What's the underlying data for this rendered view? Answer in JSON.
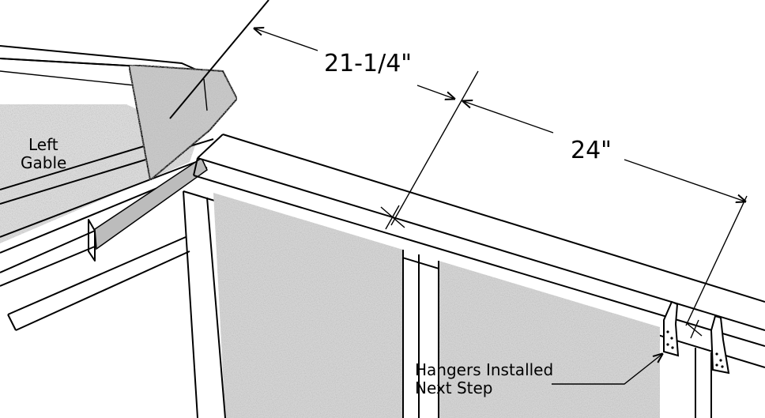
{
  "labels": {
    "dim_top": "21-1/4\"",
    "dim_main": "24\"",
    "gable_line1": "Left",
    "gable_line2": "Gable",
    "hangers_line1": "Hangers Installed",
    "hangers_line2": "Next Step"
  },
  "colors": {
    "ink": "#000000",
    "paper": "#ffffff",
    "panel_texture": "#cfcfcf",
    "gusset_texture": "#bdbdbd",
    "shadow": "#bcbcbc"
  },
  "icons": {
    "layout_mark": "x-mark-icon",
    "hanger": "joist-hanger-icon"
  }
}
